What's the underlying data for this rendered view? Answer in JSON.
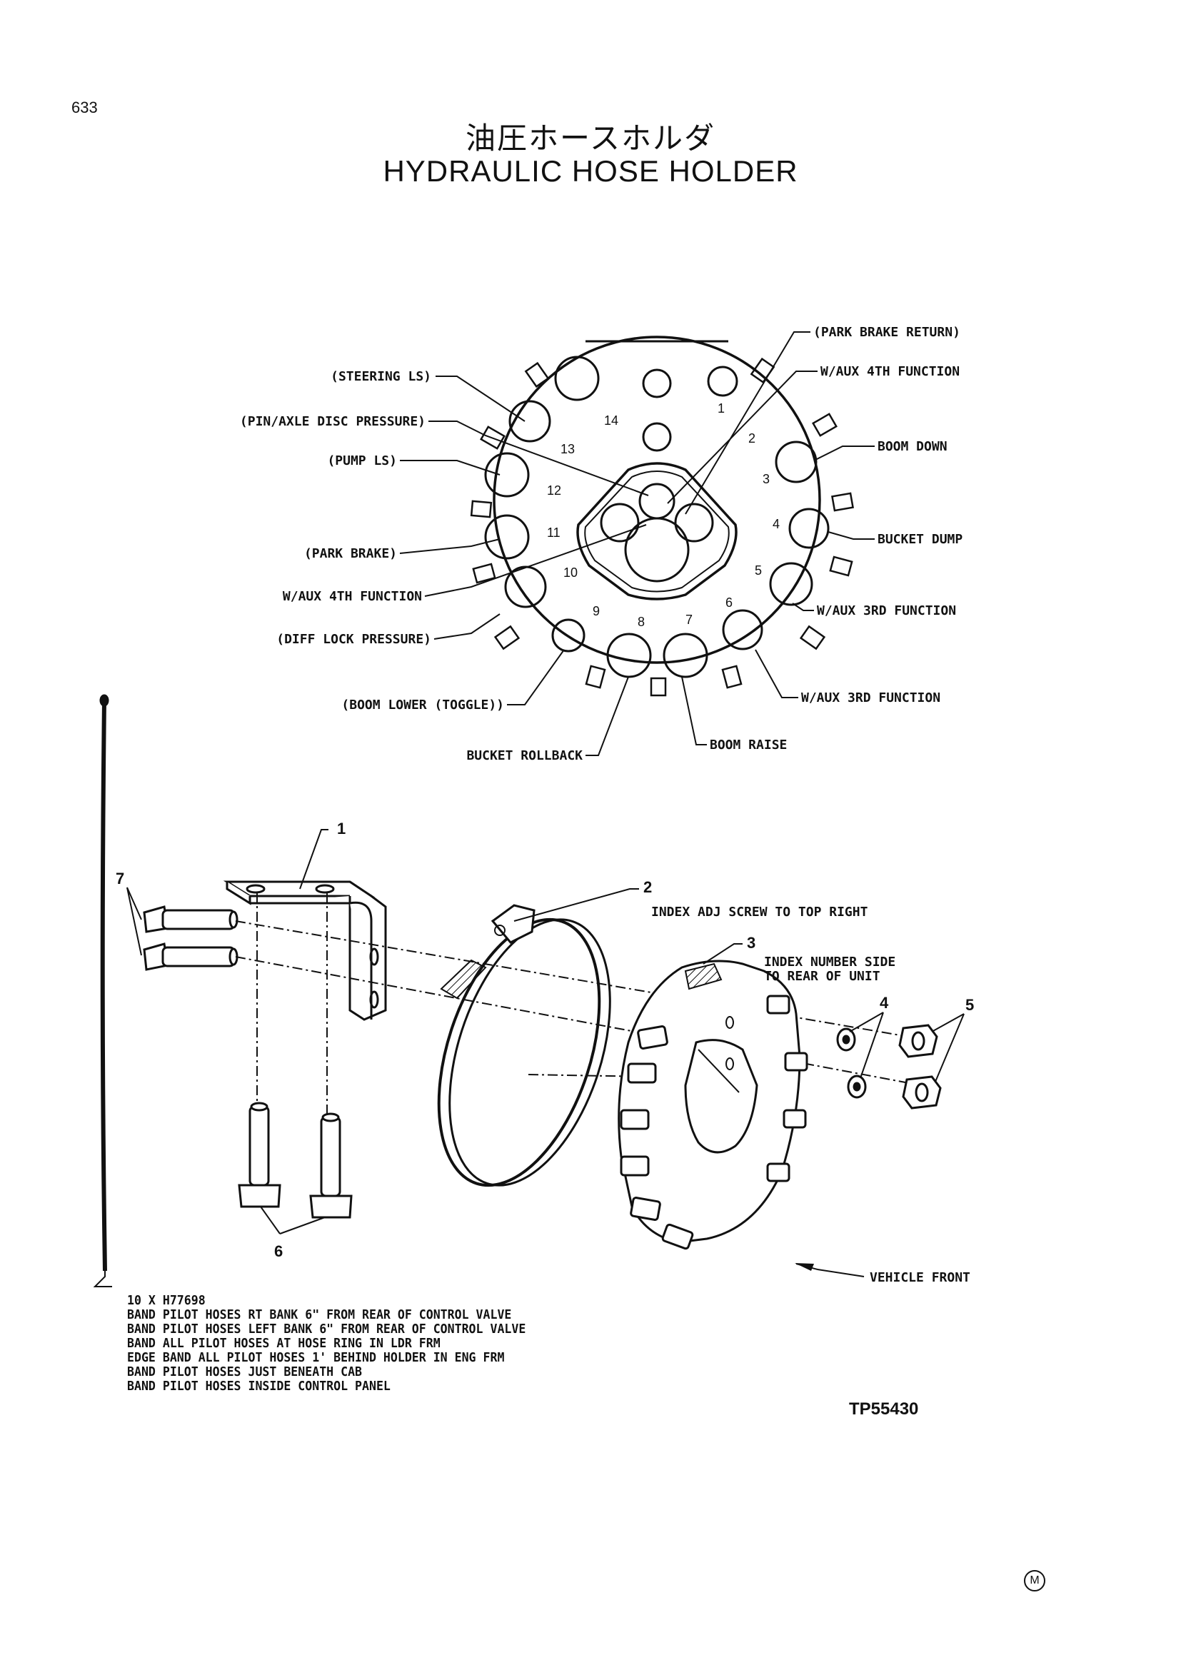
{
  "page": {
    "number": "633",
    "title_ja": "油圧ホースホルダ",
    "title_en": "HYDRAULIC HOSE HOLDER",
    "reference_code": "TP55430",
    "mark": "M"
  },
  "top_view": {
    "ring_positions": [
      "1",
      "2",
      "3",
      "4",
      "5",
      "6",
      "7",
      "8",
      "9",
      "10",
      "11",
      "12",
      "13",
      "14"
    ],
    "hose_labels": {
      "steering_ls": "(STEERING LS)",
      "pin_axle_disc_pressure": "(PIN/AXLE DISC PRESSURE)",
      "pump_ls": "(PUMP LS)",
      "park_brake": "(PARK BRAKE)",
      "w_aux_4th_left": "W/AUX 4TH FUNCTION",
      "diff_lock_pressure": "(DIFF LOCK PRESSURE)",
      "boom_lower_toggle": "(BOOM LOWER (TOGGLE))",
      "bucket_rollback": "BUCKET ROLLBACK",
      "boom_raise": "BOOM RAISE",
      "w_aux_3rd_lower": "W/AUX 3RD FUNCTION",
      "w_aux_3rd_upper": "W/AUX 3RD FUNCTION",
      "bucket_dump": "BUCKET DUMP",
      "boom_down": "BOOM DOWN",
      "w_aux_4th_right": "W/AUX 4TH FUNCTION",
      "park_brake_return": "(PARK BRAKE RETURN)"
    }
  },
  "exploded_view": {
    "callouts": [
      "1",
      "2",
      "3",
      "4",
      "5",
      "6",
      "7"
    ],
    "notes": {
      "index_adj_screw": "INDEX ADJ SCREW TO TOP RIGHT",
      "index_number_side_1": "INDEX NUMBER SIDE",
      "index_number_side_2": "TO REAR OF UNIT",
      "vehicle_front": "VEHICLE FRONT"
    }
  },
  "band_notes": [
    "10 X H77698",
    "BAND PILOT HOSES RT BANK 6\" FROM REAR OF CONTROL VALVE",
    "BAND PILOT HOSES LEFT BANK 6\" FROM REAR OF CONTROL VALVE",
    "BAND ALL PILOT HOSES AT HOSE RING IN LDR FRM",
    "EDGE BAND ALL PILOT HOSES 1' BEHIND HOLDER IN ENG FRM",
    "BAND PILOT HOSES JUST BENEATH CAB",
    "BAND PILOT HOSES INSIDE CONTROL PANEL"
  ]
}
